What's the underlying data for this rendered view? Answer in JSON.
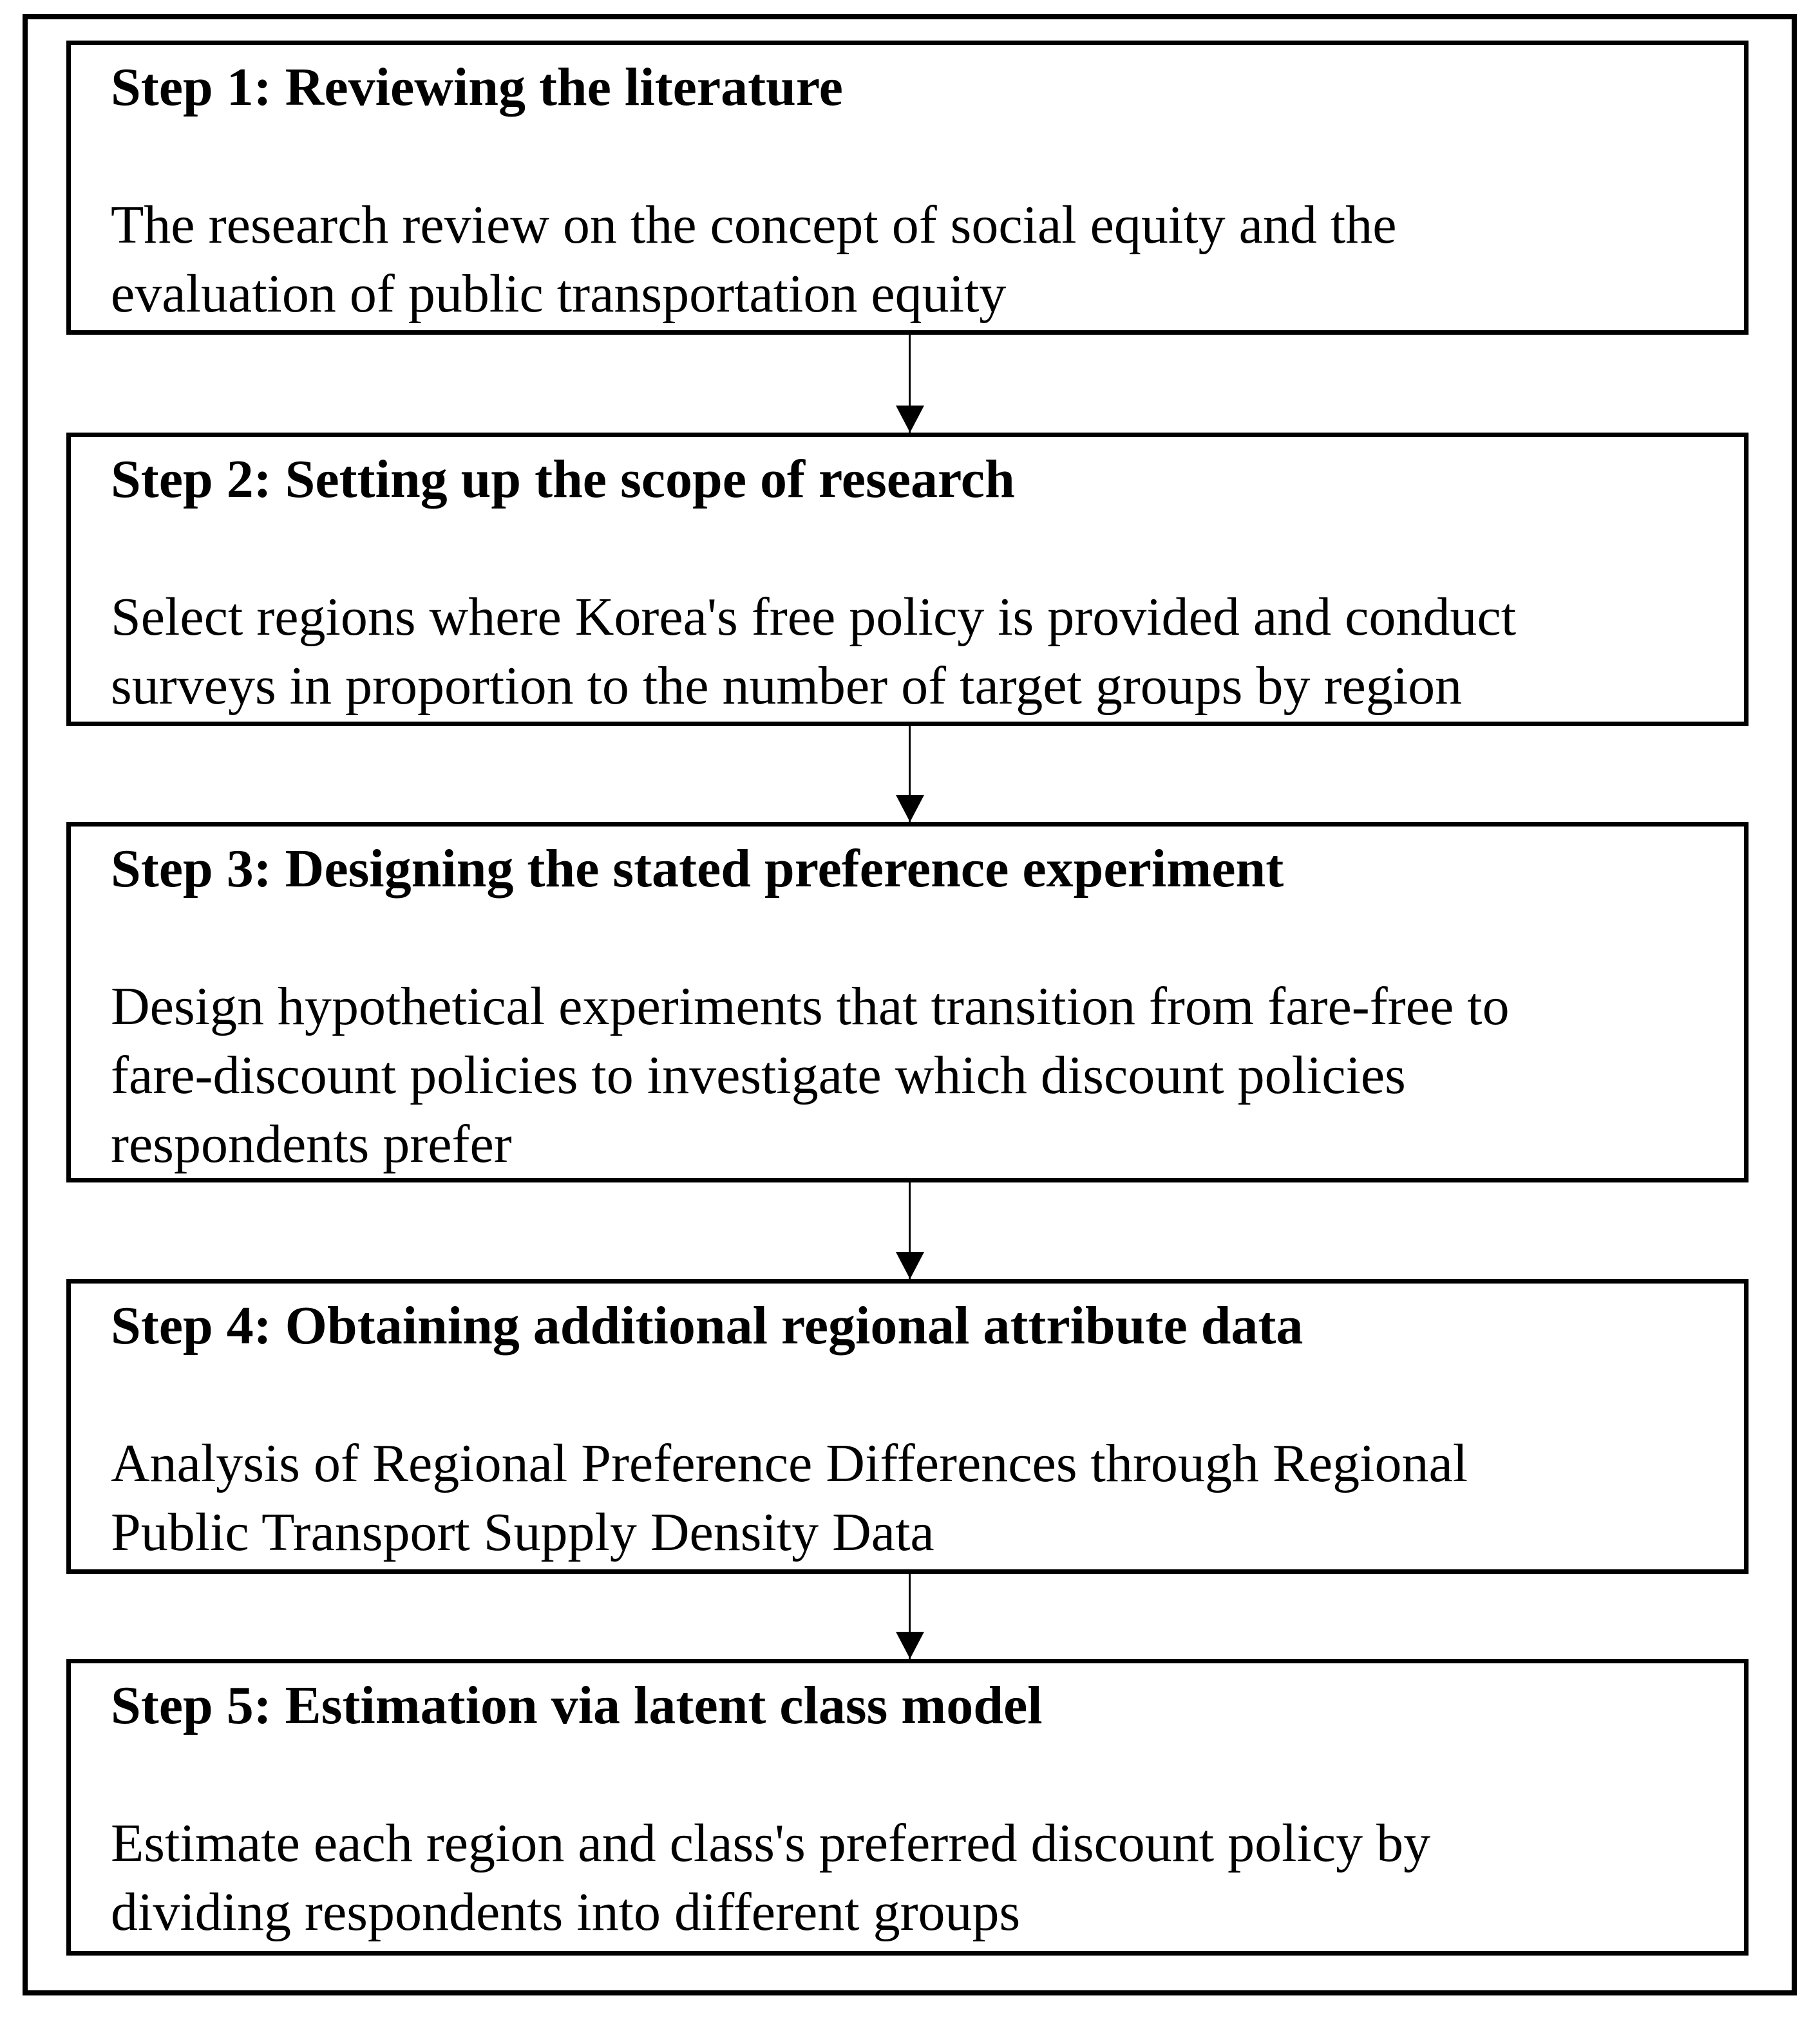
{
  "colors": {
    "background": "#ffffff",
    "border": "#000000",
    "text": "#000000"
  },
  "flowchart": {
    "direction": "top-to-bottom",
    "arrow_count": 4
  },
  "steps": [
    {
      "title": "Step 1: Reviewing the literature",
      "body": "The research review on the concept of social equity and the\nevaluation of public transportation equity"
    },
    {
      "title": "Step 2: Setting up the scope of research",
      "body": "Select regions where Korea's free policy is provided and conduct\nsurveys in proportion to the number of target groups by region"
    },
    {
      "title": "Step 3: Designing the stated preference experiment",
      "body": "Design hypothetical experiments that transition from fare-free to\nfare-discount policies to investigate which discount policies\nrespondents prefer"
    },
    {
      "title": "Step 4: Obtaining additional regional attribute data",
      "body": "Analysis of Regional Preference Differences through Regional\nPublic Transport Supply Density Data"
    },
    {
      "title": "Step 5: Estimation via latent class model",
      "body": "Estimate each region and class's preferred discount policy by\ndividing respondents into different groups"
    }
  ]
}
